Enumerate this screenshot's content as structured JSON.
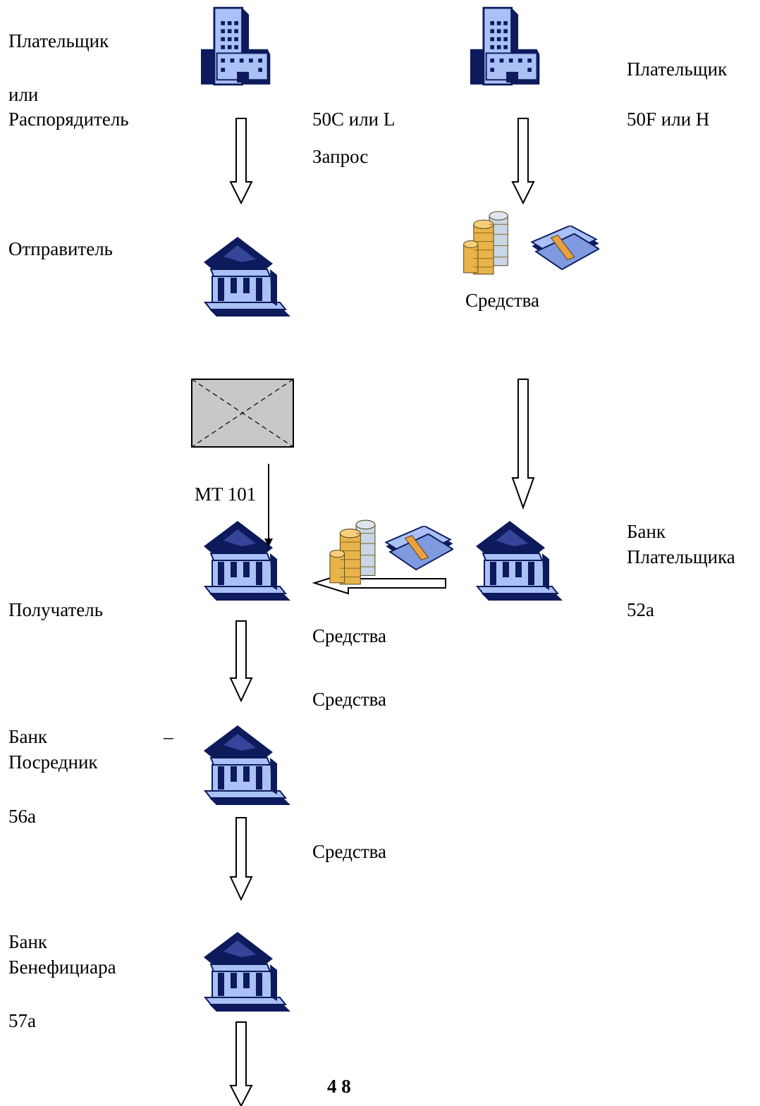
{
  "labels": {
    "payer_left": "Плательщик",
    "or_word": "или",
    "orderer": "Распорядитель",
    "field_50cl": "50C или L",
    "request": "Запрос",
    "payer_right": "Плательщик",
    "field_50fh": "50F или H",
    "sender": "Отправитель",
    "funds_top": "Средства",
    "mt101": "MT 101",
    "payer_bank_line1": "Банк",
    "payer_bank_line2": "Плательщика",
    "field_52a": "52a",
    "receiver": "Получатель",
    "funds_mid": "Средства",
    "funds_mid2": "Средства",
    "intermediary_line1": "Банк",
    "dash": "–",
    "intermediary_line2": "Посредник",
    "field_56a": "56a",
    "funds_low": "Средства",
    "beneficiary_bank_line1": "Банк",
    "beneficiary_bank_line2": "Бенефициара",
    "field_57a": "57a",
    "page_number": "4 8"
  },
  "icons": {
    "payer_building_left": "office-building-icon",
    "payer_building_right": "office-building-icon",
    "bank": "bank-icon",
    "coins": "coins-icon",
    "cash": "cash-bundle-icon",
    "placeholder": "message-placeholder-icon"
  },
  "colors": {
    "icon_fill": "#a9c1f5",
    "icon_dark": "#0d1a5c",
    "icon_mid": "#34459a",
    "coin_gold": "#e8b34a",
    "coin_silver": "#c8d6e6",
    "placeholder_fill": "#c8c8c8",
    "arrow_stroke": "#000000"
  }
}
